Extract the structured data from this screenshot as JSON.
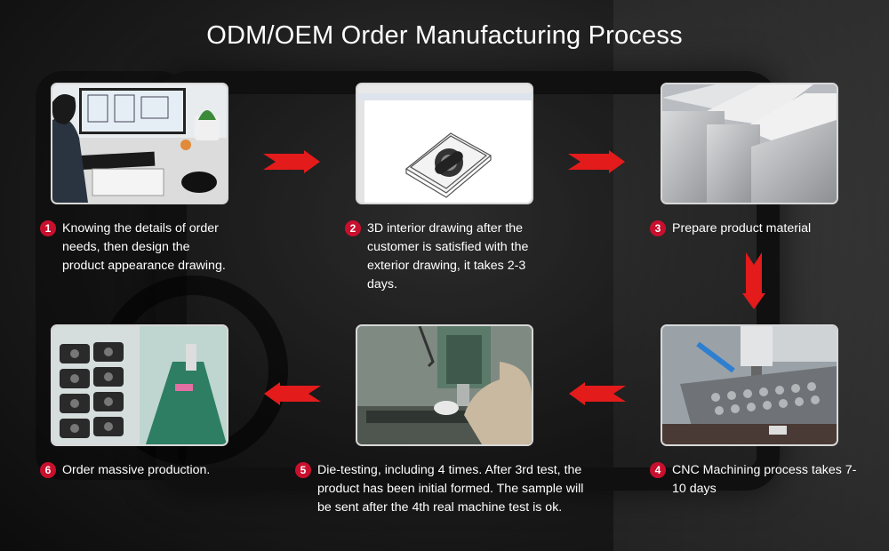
{
  "title": "ODM/OEM Order Manufacturing Process",
  "accent_color": "#c8102e",
  "arrow_color": "#e41b1b",
  "steps": [
    {
      "number": "1",
      "text": "Knowing the details of order needs, then design the product appearance drawing.",
      "image": "designer-at-computer-photo"
    },
    {
      "number": "2",
      "text": "3D interior drawing after the customer is satisfied with the exterior drawing, it takes 2-3 days.",
      "image": "3d-cad-model-screenshot"
    },
    {
      "number": "3",
      "text": "Prepare product material",
      "image": "aluminum-blocks-photo"
    },
    {
      "number": "4",
      "text": "CNC Machining process takes 7-10 days",
      "image": "cnc-machine-photo"
    },
    {
      "number": "5",
      "text": "Die-testing, including 4 times. After 3rd test, the product has been initial formed. The sample will be sent after the 4th real machine test is ok.",
      "image": "die-testing-photo"
    },
    {
      "number": "6",
      "text": "Order massive production.",
      "image": "production-line-photo"
    }
  ],
  "arrows": [
    "arrow-right",
    "arrow-right",
    "arrow-down",
    "arrow-left",
    "arrow-left"
  ]
}
